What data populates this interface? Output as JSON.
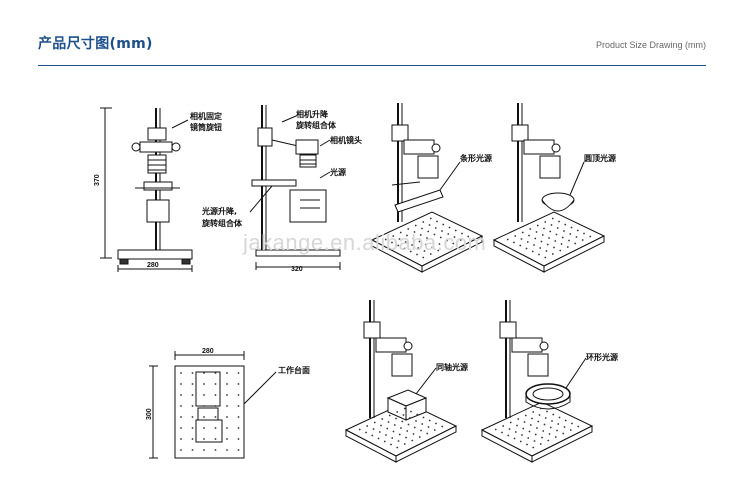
{
  "header": {
    "title": "产品尺寸图(mm)",
    "subtitle": "Product Size Drawing (mm)"
  },
  "watermark": "jakange.en.alibaba.com",
  "diagrams": {
    "fig1": {
      "label_top": "相机固定",
      "label_bottom": "镜筒旋钮",
      "dim_height": "370",
      "dim_width": "280"
    },
    "fig2": {
      "label_cam_a": "相机升降",
      "label_cam_b": "旋转组合体",
      "label_lens": "相机镜头",
      "label_light": "光源",
      "label_lift_a": "光源升降,",
      "label_lift_b": "旋转组合体",
      "dim_width": "320"
    },
    "fig3": {
      "label": "条形光源"
    },
    "fig4": {
      "label": "圆顶光源"
    },
    "fig5": {
      "label_table": "工作台面",
      "dim_width": "280",
      "dim_height": "300"
    },
    "fig6": {
      "label": "同轴光源"
    },
    "fig7": {
      "label": "环形光源"
    }
  }
}
